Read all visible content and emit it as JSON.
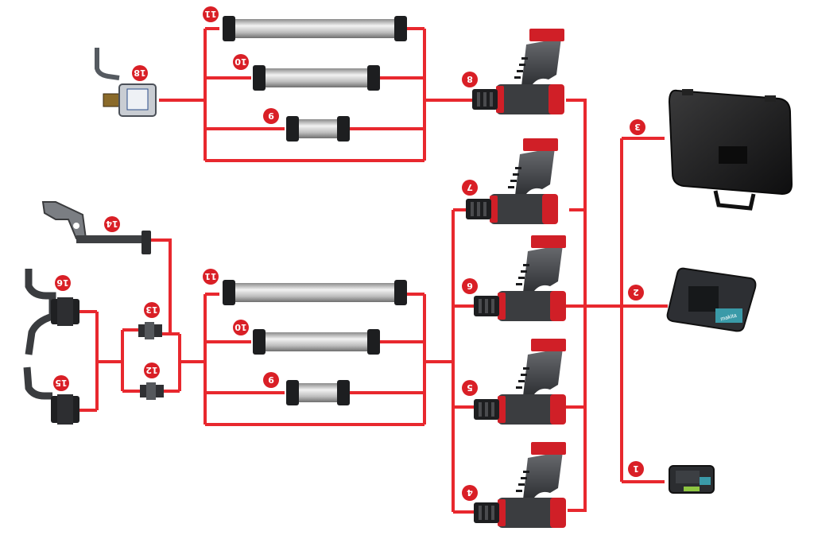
{
  "colors": {
    "line": "#e8282e",
    "badge": "#d91f26",
    "badge_text": "#ffffff",
    "tool_body": "#3b3d40",
    "tool_dark": "#1d1e20",
    "tool_red": "#d01f27",
    "tube_light": "#e4e4e4",
    "tube_dark": "#7d7d7d",
    "case": "#1e1e1f"
  },
  "badges": {
    "b1": "1",
    "b2": "2",
    "b3": "3",
    "b4": "4",
    "b5": "5",
    "b6": "6",
    "b7": "7",
    "b8": "8",
    "b9a": "9",
    "b10a": "10",
    "b11a": "11",
    "b9b": "9",
    "b10b": "10",
    "b11b": "11",
    "b12": "12",
    "b13": "13",
    "b14": "14",
    "b15": "15",
    "b16": "16",
    "b18": "18"
  },
  "charger_label": "makita"
}
